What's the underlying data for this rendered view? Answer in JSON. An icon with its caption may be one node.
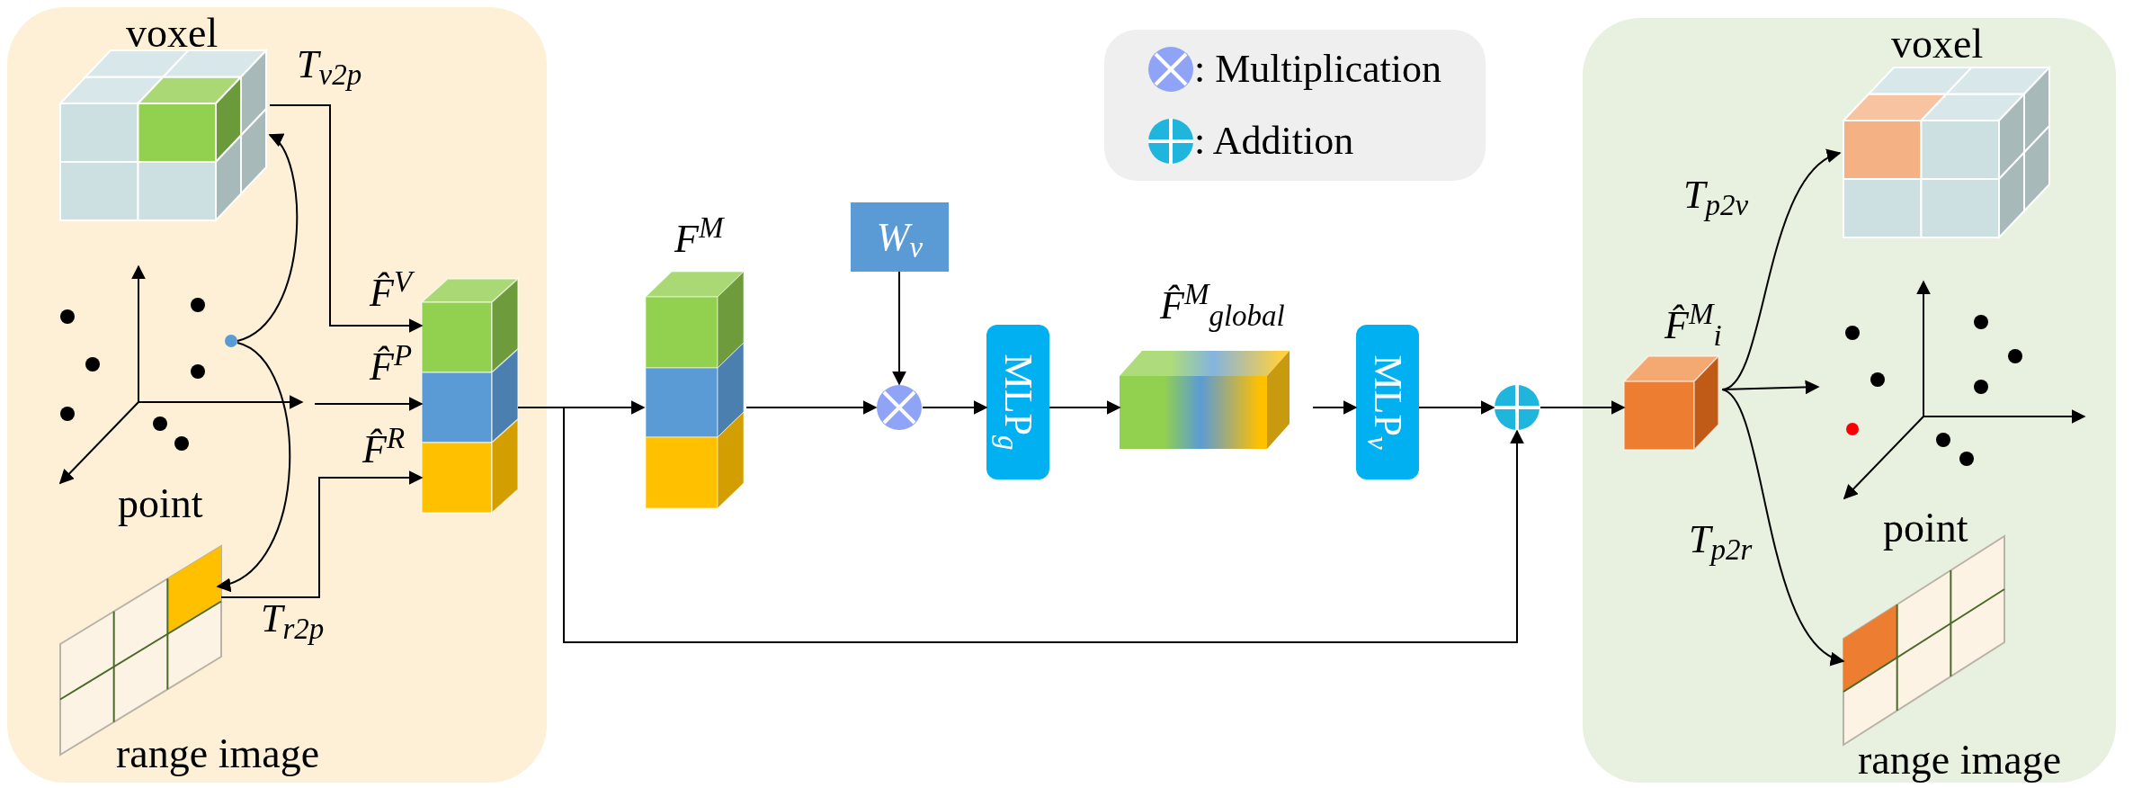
{
  "diagram": {
    "nodes": [
      {
        "text": [],
        "shape": "box"
      },
      {
        "text": [
          "voxel"
        ],
        "in": 0
      },
      {
        "text": [
          "point"
        ],
        "in": 0
      },
      {
        "text": [],
        "shape": "circle",
        "in": 2
      },
      {
        "text": [
          "range image"
        ],
        "in": 0
      },
      {
        "text": [],
        "shape": "box",
        "in": 0,
        "beside": [
          "F̂$^{V}$"
        ]
      },
      {
        "text": [],
        "shape": "box",
        "in": 0,
        "beside": [
          "F̂$^{P}$"
        ]
      },
      {
        "text": [],
        "shape": "box",
        "in": 0,
        "beside": [
          "F̂$^{R}$"
        ]
      },
      {
        "text": [
          "F$^{M}$"
        ]
      },
      {
        "text": [
          "W$_{v}$"
        ]
      },
      {
        "text": [],
        "shape": "circle"
      },
      {
        "text": [
          "MLP$_{g}$"
        ]
      },
      {
        "text": [
          "F̂$^{M}$$_{global}$"
        ]
      },
      {
        "text": [
          "MLP$_{v}$"
        ]
      },
      {
        "text": [],
        "shape": "circle"
      },
      {
        "text": [],
        "shape": "box"
      },
      {
        "text": [
          "F̂$^{M}$$_{i}$"
        ],
        "in": 15
      },
      {
        "text": [
          "voxel"
        ],
        "in": 15
      },
      {
        "text": [
          "point"
        ],
        "in": 15
      },
      {
        "text": [
          "range image"
        ],
        "in": 15
      }
    ],
    "edges": [
      {
        "from": 1,
        "to": 5,
        "arrow": "to",
        "label": "T$_{v2p}$"
      },
      {
        "from": 2,
        "to": 6,
        "arrow": "to"
      },
      {
        "from": 4,
        "to": 7,
        "arrow": "to",
        "label": "T$_{r2p}$"
      },
      {
        "from": 3,
        "to": 1,
        "arrow": "to"
      },
      {
        "from": 3,
        "to": 4,
        "arrow": "to"
      },
      {
        "from": 6,
        "to": 8,
        "arrow": "to"
      },
      {
        "from": 6,
        "to": 14,
        "arrow": "to"
      },
      {
        "from": 8,
        "to": 10,
        "arrow": "to"
      },
      {
        "from": 9,
        "to": 10,
        "arrow": "to"
      },
      {
        "from": 10,
        "to": 11,
        "arrow": "to"
      },
      {
        "from": 11,
        "to": 12,
        "arrow": "to"
      },
      {
        "from": 12,
        "to": 13,
        "arrow": "to"
      },
      {
        "from": 13,
        "to": 14,
        "arrow": "to"
      },
      {
        "from": 14,
        "to": 16,
        "arrow": "to"
      },
      {
        "from": 16,
        "to": 17,
        "arrow": "to",
        "label": "T$_{p2v}$"
      },
      {
        "from": 16,
        "to": 18,
        "arrow": "to"
      },
      {
        "from": 16,
        "to": 19,
        "arrow": "to",
        "label": "T$_{p2r}$"
      }
    ],
    "legend": [
      {
        "text": ": Multiplication"
      },
      {
        "text": ": Addition"
      }
    ]
  }
}
